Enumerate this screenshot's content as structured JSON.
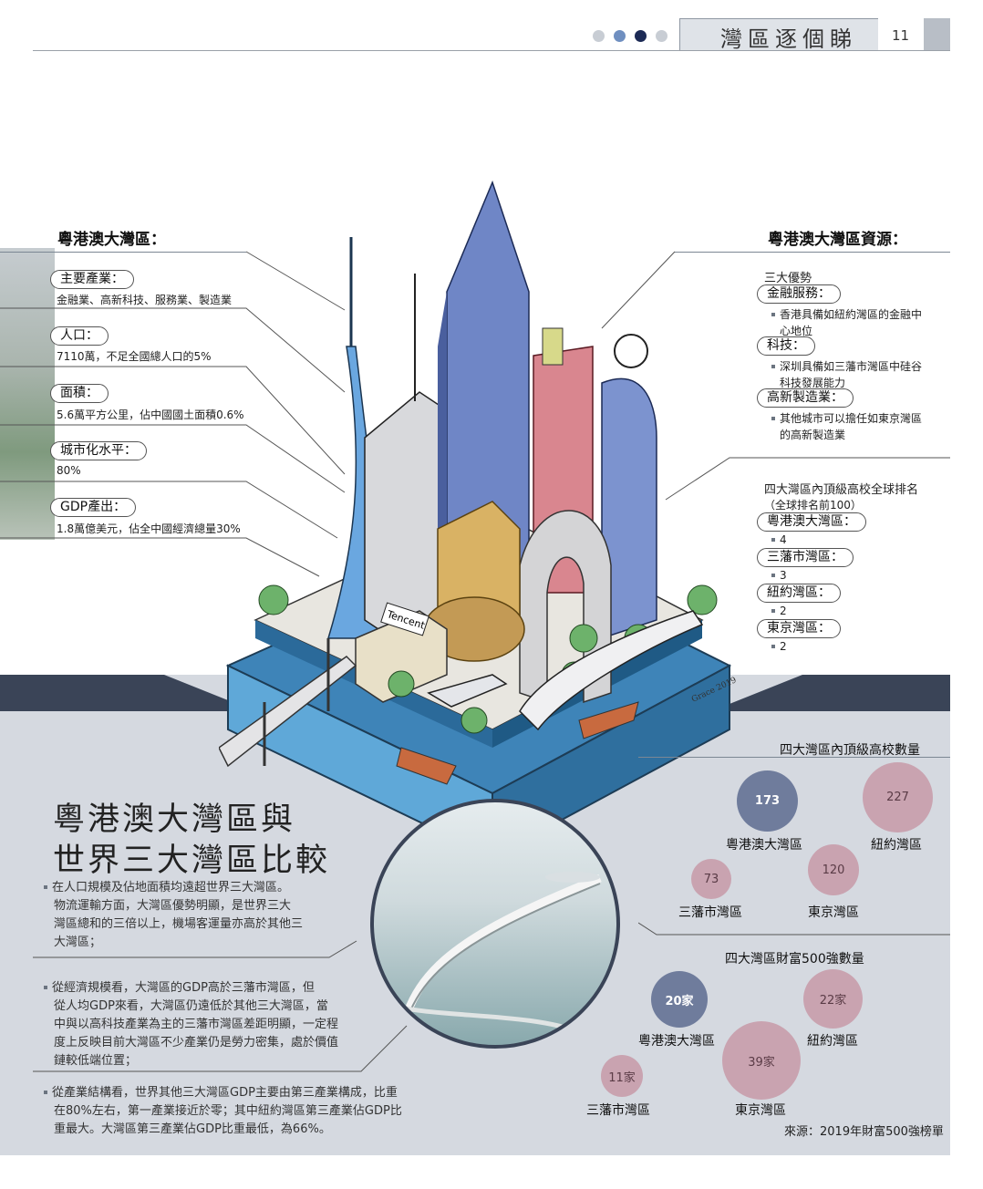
{
  "header": {
    "title": "灣區逐個睇",
    "page_number": "11"
  },
  "left_panel": {
    "title": "粵港澳大灣區：",
    "items": [
      {
        "label": "主要產業：",
        "value": "金融業、高新科技、服務業、製造業"
      },
      {
        "label": "人口：",
        "value": "7110萬，不足全國總人口的5%"
      },
      {
        "label": "面積：",
        "value": "5.6萬平方公里，佔中國國土面積0.6%"
      },
      {
        "label": "城市化水平：",
        "value": "80%"
      },
      {
        "label": "GDP產出：",
        "value": "1.8萬億美元，佔全中國經濟總量30%"
      }
    ]
  },
  "right_panel": {
    "title": "粵港澳大灣區資源：",
    "advantages_heading": "三大優勢",
    "advantages": [
      {
        "label": "金融服務：",
        "lines": [
          "香港具備如紐約灣區的金融中",
          "心地位"
        ]
      },
      {
        "label": "科技：",
        "lines": [
          "深圳具備如三藩市灣區中硅谷",
          "科技發展能力"
        ]
      },
      {
        "label": "高新製造業：",
        "lines": [
          "其他城市可以擔任如東京灣區",
          "的高新製造業"
        ]
      }
    ],
    "ranking_heading": "四大灣區內頂級高校全球排名",
    "ranking_sub": "（全球排名前100）",
    "rankings": [
      {
        "label": "粵港澳大灣區：",
        "value": "4"
      },
      {
        "label": "三藩市灣區：",
        "value": "3"
      },
      {
        "label": "紐約灣區：",
        "value": "2"
      },
      {
        "label": "東京灣區：",
        "value": "2"
      }
    ]
  },
  "illustration": {
    "tencent_sign": "Tencent",
    "signature": "Grace 2019"
  },
  "comparison": {
    "title_line1": "粵港澳大灣區與",
    "title_line2": "世界三大灣區比較",
    "paragraphs": [
      [
        "在人口規模及佔地面積均遠超世界三大灣區。",
        "物流運輸方面，大灣區優勢明顯，是世界三大",
        "灣區總和的三倍以上，機場客運量亦高於其他三",
        "大灣區；"
      ],
      [
        "從經濟規模看，大灣區的GDP高於三藩市灣區，但",
        "從人均GDP來看，大灣區仍遠低於其他三大灣區，當",
        "中與以高科技產業為主的三藩市灣區差距明顯，一定程",
        "度上反映目前大灣區不少產業仍是勞力密集，處於價值",
        "鏈較低端位置；"
      ],
      [
        "從產業結構看，世界其他三大灣區GDP主要由第三產業構成，比重",
        "在80%左右，第一產業接近於零；其中紐約灣區第三產業佔GDP比",
        "重最大。大灣區第三產業佔GDP比重最低，為66%。"
      ]
    ]
  },
  "chart_data": [
    {
      "type": "bubble",
      "title": "四大灣區內頂級高校數量",
      "categories": [
        "粵港澳大灣區",
        "紐約灣區",
        "三藩市灣區",
        "東京灣區"
      ],
      "values": [
        173,
        227,
        73,
        120
      ],
      "value_labels": [
        "173",
        "227",
        "73",
        "120"
      ],
      "colors": [
        "#6f7c9c",
        "#c9a3b0",
        "#c9a3b0",
        "#c9a3b0"
      ]
    },
    {
      "type": "bubble",
      "title": "四大灣區財富500強數量",
      "categories": [
        "粵港澳大灣區",
        "紐約灣區",
        "三藩市灣區",
        "東京灣區"
      ],
      "values": [
        20,
        22,
        11,
        39
      ],
      "value_labels": [
        "20家",
        "22家",
        "11家",
        "39家"
      ],
      "colors": [
        "#6f7c9c",
        "#c9a3b0",
        "#c9a3b0",
        "#c9a3b0"
      ],
      "source": "來源：2019年財富500強榜單"
    }
  ]
}
